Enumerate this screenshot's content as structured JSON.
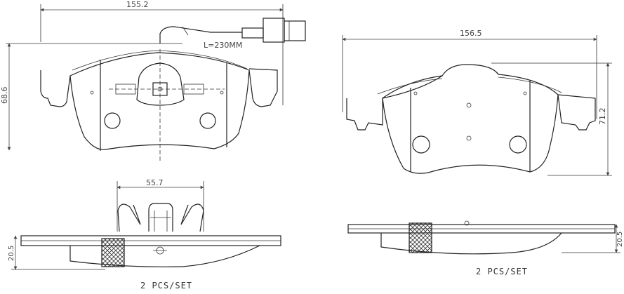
{
  "view_pad_with_sensor": {
    "width_dim": "155.2",
    "height_dim": "68.6",
    "sensor_length": "L=230MM"
  },
  "view_pad_plain": {
    "width_dim": "156.5",
    "height_dim": "71.2"
  },
  "view_side_clip": {
    "clip_width_dim": "55.7",
    "thickness_dim": "20.5",
    "quantity": "2  PCS/SET"
  },
  "view_side_plain": {
    "thickness_dim": "20.5",
    "quantity": "2  PCS/SET"
  }
}
